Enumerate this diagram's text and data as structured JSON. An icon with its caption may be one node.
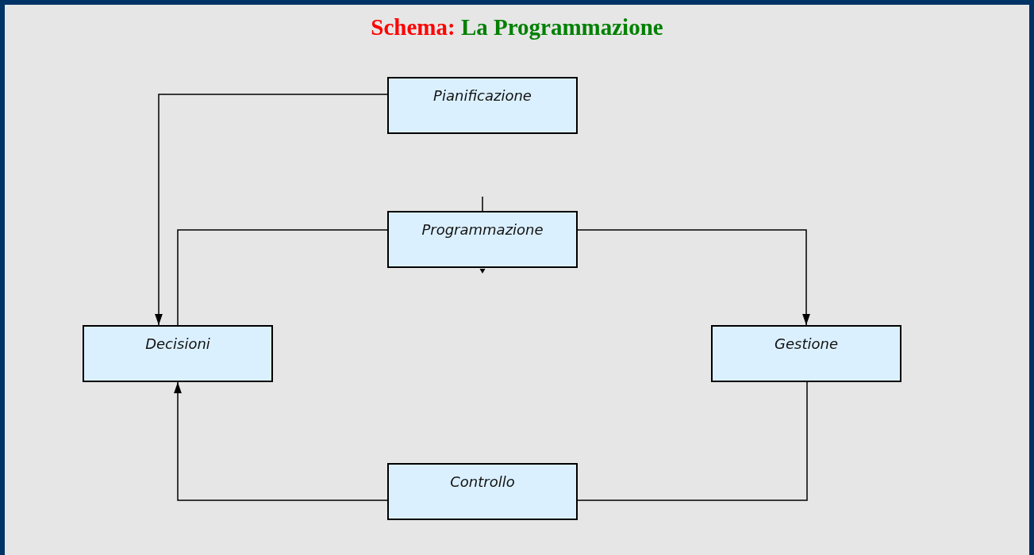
{
  "diagram": {
    "title": "Schema: La Programmazione",
    "nodes": [
      {
        "text": [
          "Pianificazione"
        ]
      },
      {
        "text": [
          "Programmazione"
        ]
      },
      {
        "text": [
          "Decisioni"
        ]
      },
      {
        "text": [
          "Gestione"
        ]
      },
      {
        "text": [
          "Controllo"
        ]
      }
    ],
    "edges": [
      {
        "from": 0,
        "to": 2,
        "arrow": "to"
      },
      {
        "from": 1,
        "to": 2,
        "arrow": "none"
      },
      {
        "from": 1,
        "to": 3,
        "arrow": "to"
      },
      {
        "from": 3,
        "to": 4,
        "arrow": "none"
      },
      {
        "from": 4,
        "to": 2,
        "arrow": "to"
      },
      {
        "from": null,
        "to": 1,
        "arrow": "none"
      }
    ]
  }
}
